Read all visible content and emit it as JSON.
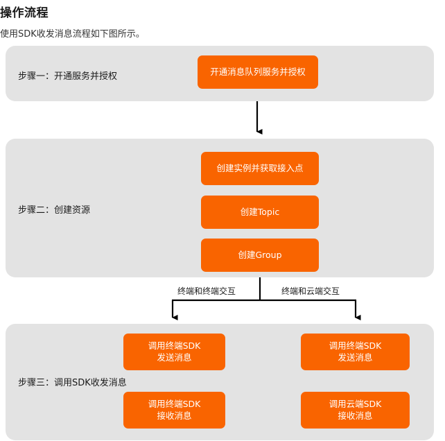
{
  "header": {
    "title": "操作流程",
    "subtitle": "使用SDK收发消息流程如下图所示。"
  },
  "colors": {
    "accent_orange": "#f96400",
    "panel_gray": "#e3e3e3",
    "text_dark": "#1a1a1a",
    "arrow_black": "#000000",
    "box_text": "#ffffff"
  },
  "flow": {
    "steps": [
      {
        "label": "步骤一：开通服务并授权",
        "boxes": [
          {
            "line1": "开通消息队列服务并授权",
            "line2": ""
          }
        ]
      },
      {
        "label": "步骤二：创建资源",
        "boxes": [
          {
            "line1": "创建实例并获取接入点",
            "line2": ""
          },
          {
            "line1": "创建Topic",
            "line2": ""
          },
          {
            "line1": "创建Group",
            "line2": ""
          }
        ]
      },
      {
        "label": "步骤三：调用SDK收发消息",
        "boxes": [
          {
            "line1": "调用终端SDK",
            "line2": "发送消息"
          },
          {
            "line1": "调用终端SDK",
            "line2": "接收消息"
          },
          {
            "line1": "调用终端SDK",
            "line2": "发送消息"
          },
          {
            "line1": "调用云端SDK",
            "line2": "接收消息"
          }
        ]
      }
    ],
    "branch_labels": {
      "left": "终端和终端交互",
      "right": "终端和云端交互"
    }
  }
}
